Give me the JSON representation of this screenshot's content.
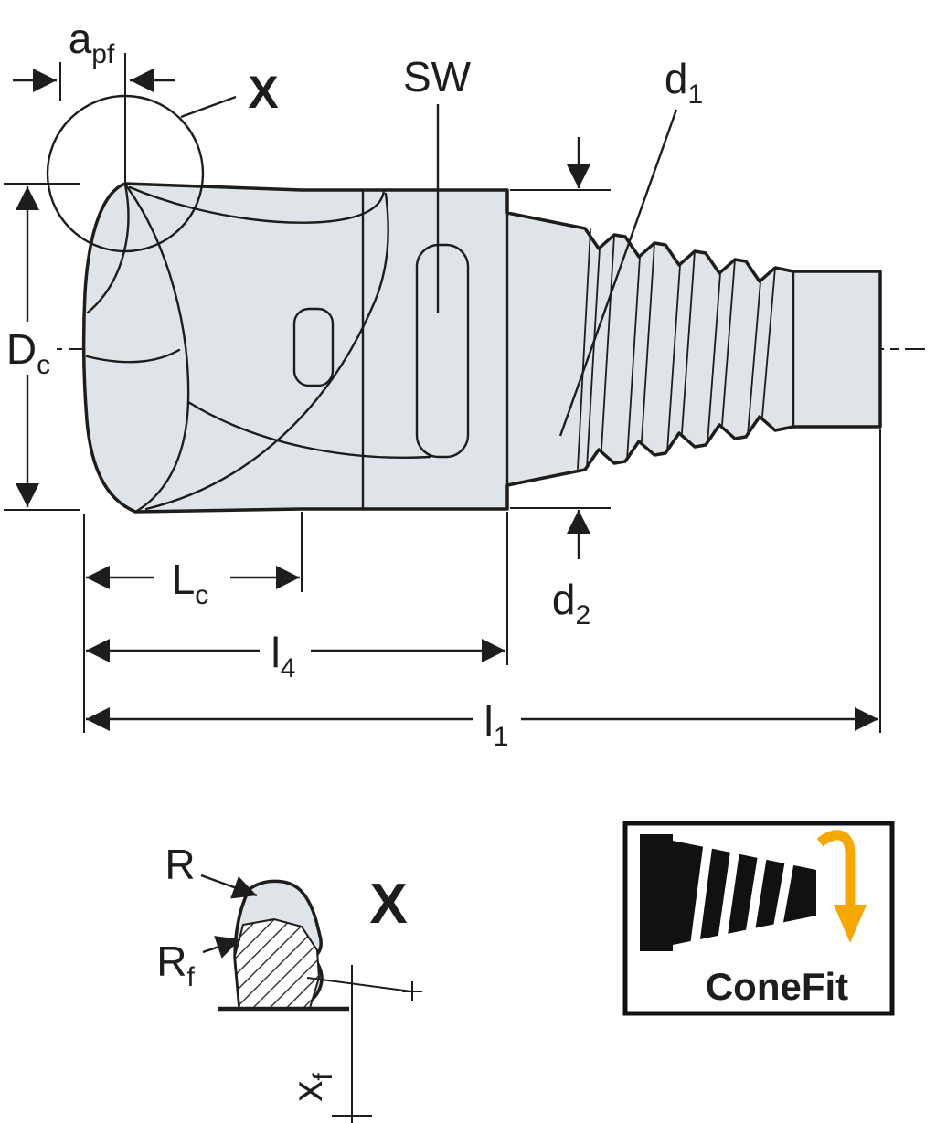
{
  "labels": {
    "apf": {
      "main": "a",
      "sub": "pf"
    },
    "detail_callout_x": "X",
    "sw": "SW",
    "d1": {
      "main": "d",
      "sub": "1"
    },
    "dc": {
      "main": "D",
      "sub": "c"
    },
    "lc": {
      "main": "L",
      "sub": "c"
    },
    "l4": {
      "main": "l",
      "sub": "4"
    },
    "l1": {
      "main": "l",
      "sub": "1"
    },
    "d2": {
      "main": "d",
      "sub": "2"
    },
    "r": "R",
    "rf": {
      "main": "R",
      "sub": "f"
    },
    "detail_x_title": "X",
    "xf": {
      "main": "x",
      "sub": "f"
    },
    "conefit_logo": "ConeFit"
  },
  "colors": {
    "line": "#1d1d1b",
    "body_fill": "#dfe4e8",
    "accent_orange": "#F6A800",
    "background": "#ffffff"
  }
}
